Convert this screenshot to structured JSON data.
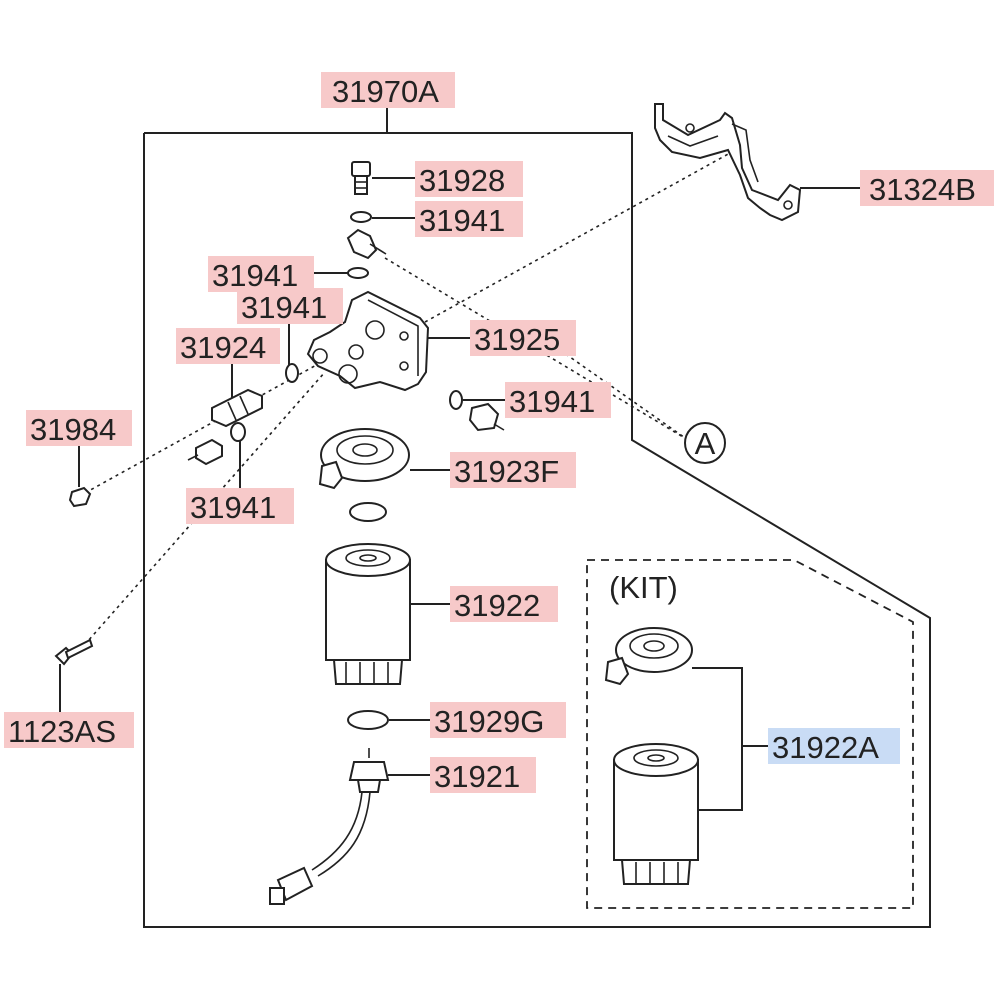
{
  "labels": {
    "assembly": "31970A",
    "bracket": "31324B",
    "bolt_top": "31928",
    "washer_top": "31941",
    "washer_left_1": "31941",
    "washer_left_2": "31941",
    "sensor": "31924",
    "head": "31925",
    "washer_right": "31941",
    "bolt_left": "31984",
    "washer_bottom_left": "31941",
    "seal_head": "31923F",
    "filter": "31922",
    "oring": "31929G",
    "water_sensor": "31921",
    "bolt_long": "1123AS",
    "kit": "31922A"
  },
  "kit_caption": "(KIT)",
  "ref_mark": "A",
  "colors": {
    "label_highlight": "#f7c9c9",
    "kit_highlight": "#c9dcf5",
    "line": "#222222"
  }
}
